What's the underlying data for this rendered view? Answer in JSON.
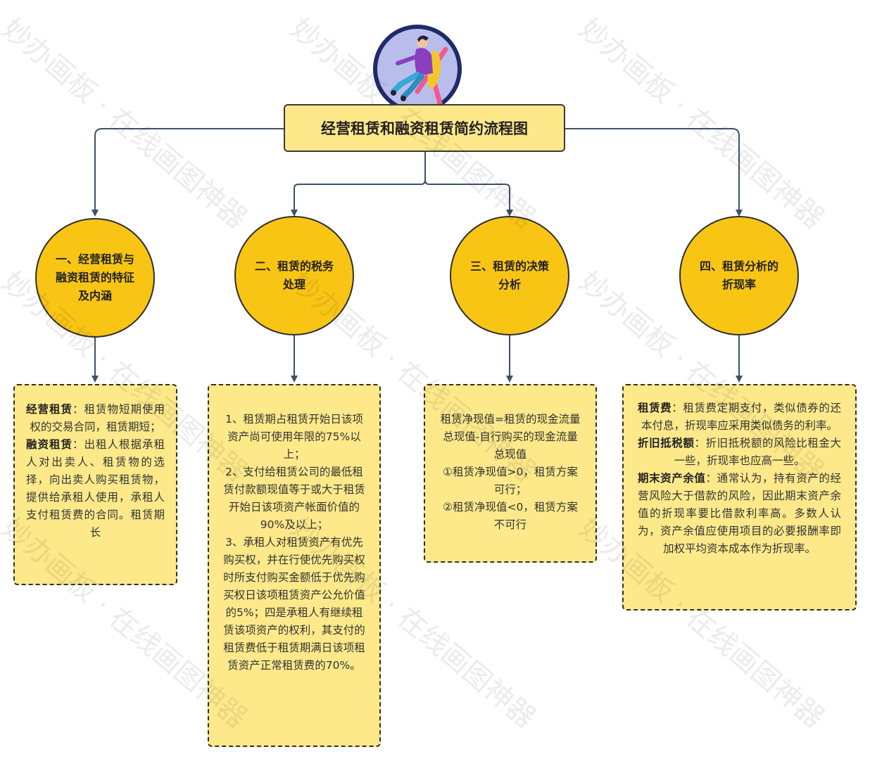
{
  "title": "经营租赁和融资租赁简约流程图",
  "watermark": "妙办画板 · 在线画图神器",
  "branches": [
    {
      "label": "一、经营租赁与融资租赁的特征及内涵",
      "paras": [
        {
          "key": "经营租赁",
          "text": "：租赁物短期使用权的交易合同，租赁期短；"
        },
        {
          "key": "融资租赁",
          "text": "：出租人根据承租人对出卖人、租赁物的选择，向出卖人购买租赁物，提供给承租人使用，承租人支付租赁费的合同。租赁期长"
        }
      ]
    },
    {
      "label": "二、租赁的税务处理",
      "paras": [
        {
          "key": "",
          "text": "1、租赁期占租赁开始日该项资产尚可使用年限的75%以上；"
        },
        {
          "key": "",
          "text": "2、支付给租赁公司的最低租赁付款额现值等于或大于租赁开始日该项资产帐面价值的90%及以上；"
        },
        {
          "key": "",
          "text": "3、承租人对租赁资产有优先购买权，并在行使优先购买权时所支付购买金额低于优先购买权日该项租赁资产公允价值的5%；四是承租人有继续租赁该项资产的权利，其支付的租赁费低于租赁期满日该项租赁资产正常租赁费的70%。"
        }
      ]
    },
    {
      "label": "三、租赁的决策分析",
      "paras": [
        {
          "key": "",
          "text": "租赁净现值=租赁的现金流量总现值-自行购买的现金流量总现值"
        },
        {
          "key": "",
          "text": "①租赁净现值>0，租赁方案可行；"
        },
        {
          "key": "",
          "text": "②租赁净现值<0，租赁方案不可行"
        }
      ]
    },
    {
      "label": "四、租赁分析的折现率",
      "paras": [
        {
          "key": "租赁费",
          "text": "：租赁费定期支付，类似债券的还本付息，折现率应采用类似债务的利率。"
        },
        {
          "key": "折旧抵税额",
          "text": "：折旧抵税额的风险比租金大一些，折现率也应高一些。"
        },
        {
          "key": "期末资产余值",
          "text": "：通常认为，持有资产的经营风险大于借款的风险，因此期末资产余值的折现率要比借款利率高。多数人认为，资产余值应使用项目的必要报酬率即加权平均资本成本作为折现率。"
        }
      ]
    }
  ],
  "colors": {
    "title_fill": "#fde98a",
    "circle_fill": "#f9c515",
    "card_fill": "#fde98a",
    "connector": "#3f5166"
  }
}
